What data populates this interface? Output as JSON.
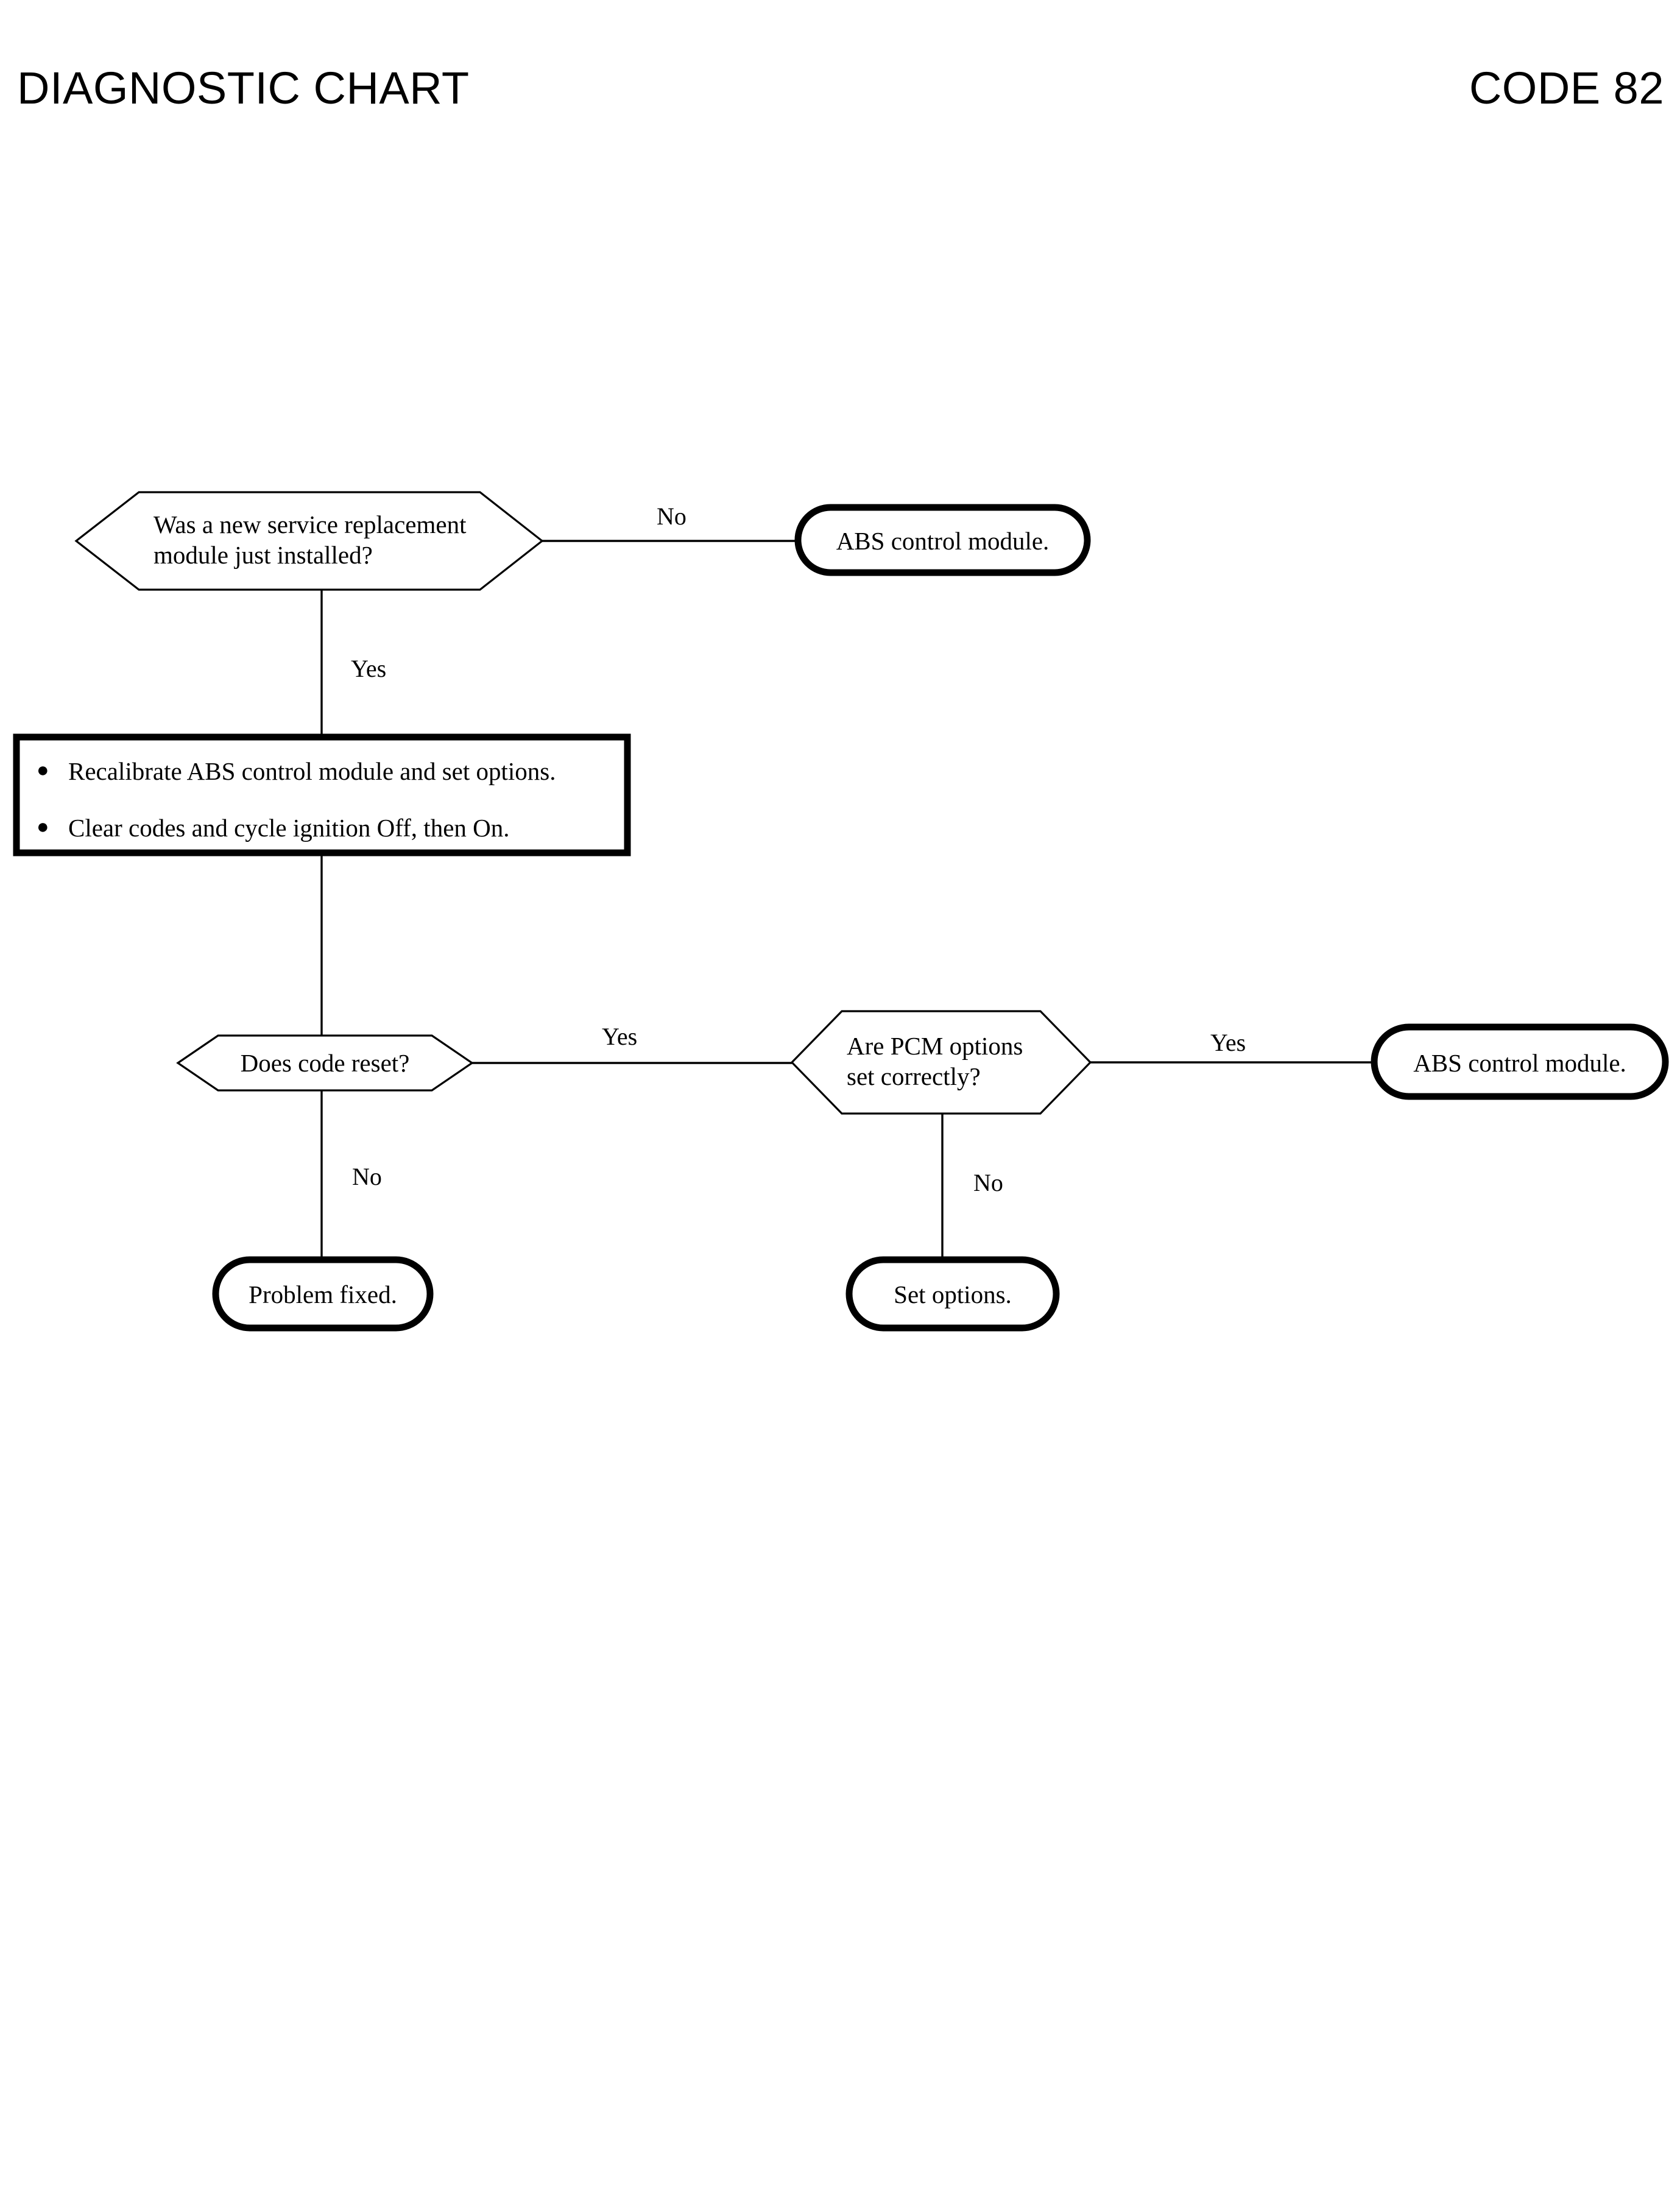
{
  "header": {
    "title": "DIAGNOSTIC CHART",
    "code": "CODE 82"
  },
  "chart_data": {
    "type": "flowchart",
    "title": "DIAGNOSTIC CHART",
    "code": "CODE 82",
    "nodes": [
      {
        "id": "q1",
        "shape": "hexagon",
        "text": "Was a new service replacement module just installed?",
        "line1": "Was a new service replacement",
        "line2": "module just installed?"
      },
      {
        "id": "t1",
        "shape": "terminal",
        "text": "ABS control module."
      },
      {
        "id": "action1",
        "shape": "process",
        "bullets": [
          "Recalibrate ABS control module and set options.",
          "Clear codes and cycle ignition Off, then On."
        ]
      },
      {
        "id": "q2",
        "shape": "hexagon",
        "text": "Does code reset?"
      },
      {
        "id": "q3",
        "shape": "hexagon",
        "text": "Are PCM options set correctly?",
        "line1": "Are PCM options",
        "line2": "set correctly?"
      },
      {
        "id": "t2",
        "shape": "terminal",
        "text": "ABS control module."
      },
      {
        "id": "t3",
        "shape": "terminal",
        "text": "Problem fixed."
      },
      {
        "id": "t4",
        "shape": "terminal",
        "text": "Set options."
      }
    ],
    "edges": [
      {
        "from": "q1",
        "to": "t1",
        "label": "No",
        "direction": "right"
      },
      {
        "from": "q1",
        "to": "action1",
        "label": "Yes",
        "direction": "down"
      },
      {
        "from": "action1",
        "to": "q2",
        "label": "",
        "direction": "down"
      },
      {
        "from": "q2",
        "to": "q3",
        "label": "Yes",
        "direction": "right"
      },
      {
        "from": "q2",
        "to": "t3",
        "label": "No",
        "direction": "down"
      },
      {
        "from": "q3",
        "to": "t2",
        "label": "Yes",
        "direction": "right"
      },
      {
        "from": "q3",
        "to": "t4",
        "label": "No",
        "direction": "down"
      }
    ],
    "edge_labels": {
      "q1_no": "No",
      "q1_yes": "Yes",
      "q2_yes": "Yes",
      "q2_no": "No",
      "q3_yes": "Yes",
      "q3_no": "No"
    },
    "colors": {
      "background": "#ffffff",
      "stroke": "#000000",
      "text": "#000000"
    }
  }
}
